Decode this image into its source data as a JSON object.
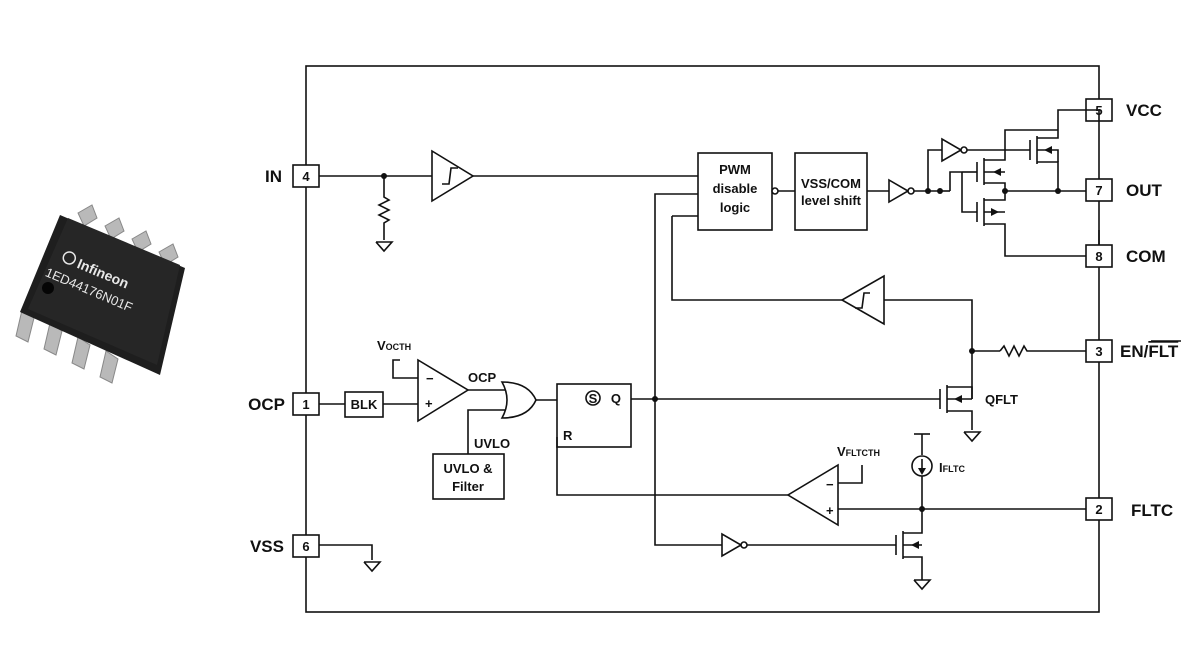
{
  "chip": {
    "brand": "Infineon",
    "part_number": "1ED44176N01F"
  },
  "pins": {
    "in": {
      "number": "4",
      "label": "IN"
    },
    "ocp": {
      "number": "1",
      "label": "OCP"
    },
    "vss": {
      "number": "6",
      "label": "VSS"
    },
    "vcc": {
      "number": "5",
      "label": "VCC"
    },
    "out": {
      "number": "7",
      "label": "OUT"
    },
    "com": {
      "number": "8",
      "label": "COM"
    },
    "en": {
      "number": "3",
      "label_main": "EN/",
      "label_overbar": "FLT"
    },
    "fltc": {
      "number": "2",
      "label": "FLTC"
    }
  },
  "blocks": {
    "pwm_logic": {
      "line1": "PWM",
      "line2": "disable",
      "line3": "logic"
    },
    "level_shift": {
      "line1": "VSS/COM",
      "line2": "level shift"
    },
    "blk": {
      "label": "BLK"
    },
    "uvlo_filter": {
      "line1": "UVLO &",
      "line2": "Filter"
    },
    "latch": {
      "s": "S",
      "q": "Q",
      "r": "R"
    }
  },
  "signals": {
    "vocth": {
      "main": "V",
      "sub": "OCTH"
    },
    "vfltcth": {
      "main": "V",
      "sub": "FLTCTH"
    },
    "ifltc": {
      "main": "I",
      "sub": "FLTC"
    },
    "ocp": "OCP",
    "uvlo": "UVLO",
    "qflt": "QFLT",
    "minus": "−",
    "plus": "+"
  }
}
